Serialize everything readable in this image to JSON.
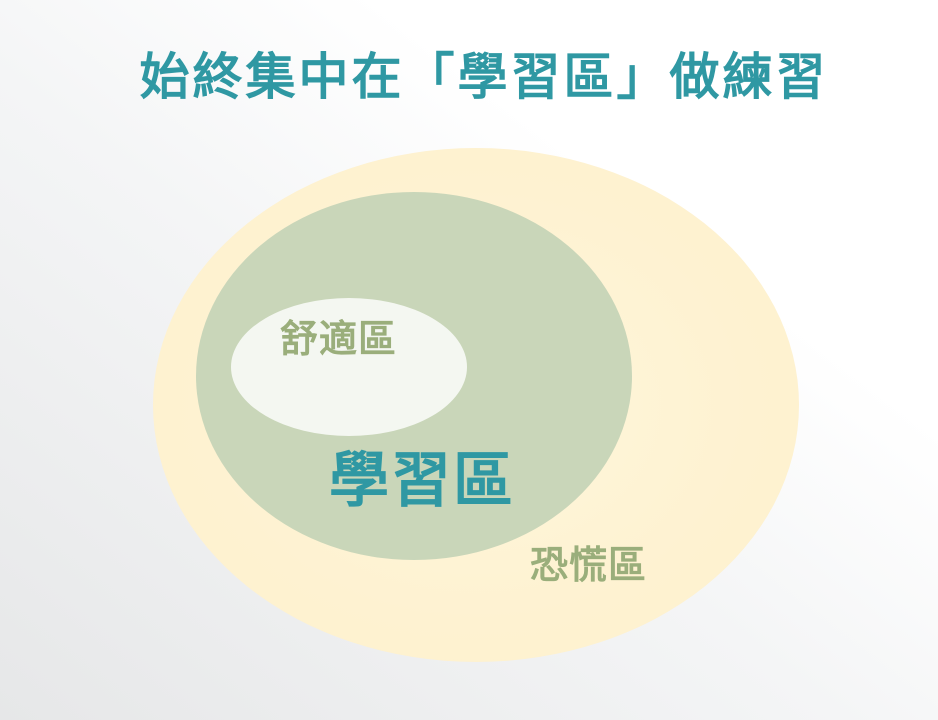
{
  "title": "始終集中在「學習區」做練習",
  "zones": {
    "comfort": {
      "label": "舒適區"
    },
    "learning": {
      "label": "學習區"
    },
    "panic": {
      "label": "恐慌區"
    }
  },
  "colors": {
    "title": "#2f98a3",
    "learning_label": "#2f98a3",
    "outer_labels": "#9aae7b",
    "panic_zone_fill": "#fef2d1",
    "learning_zone_fill": "#c9d6b9",
    "comfort_zone_fill": "#f4f7f1"
  }
}
